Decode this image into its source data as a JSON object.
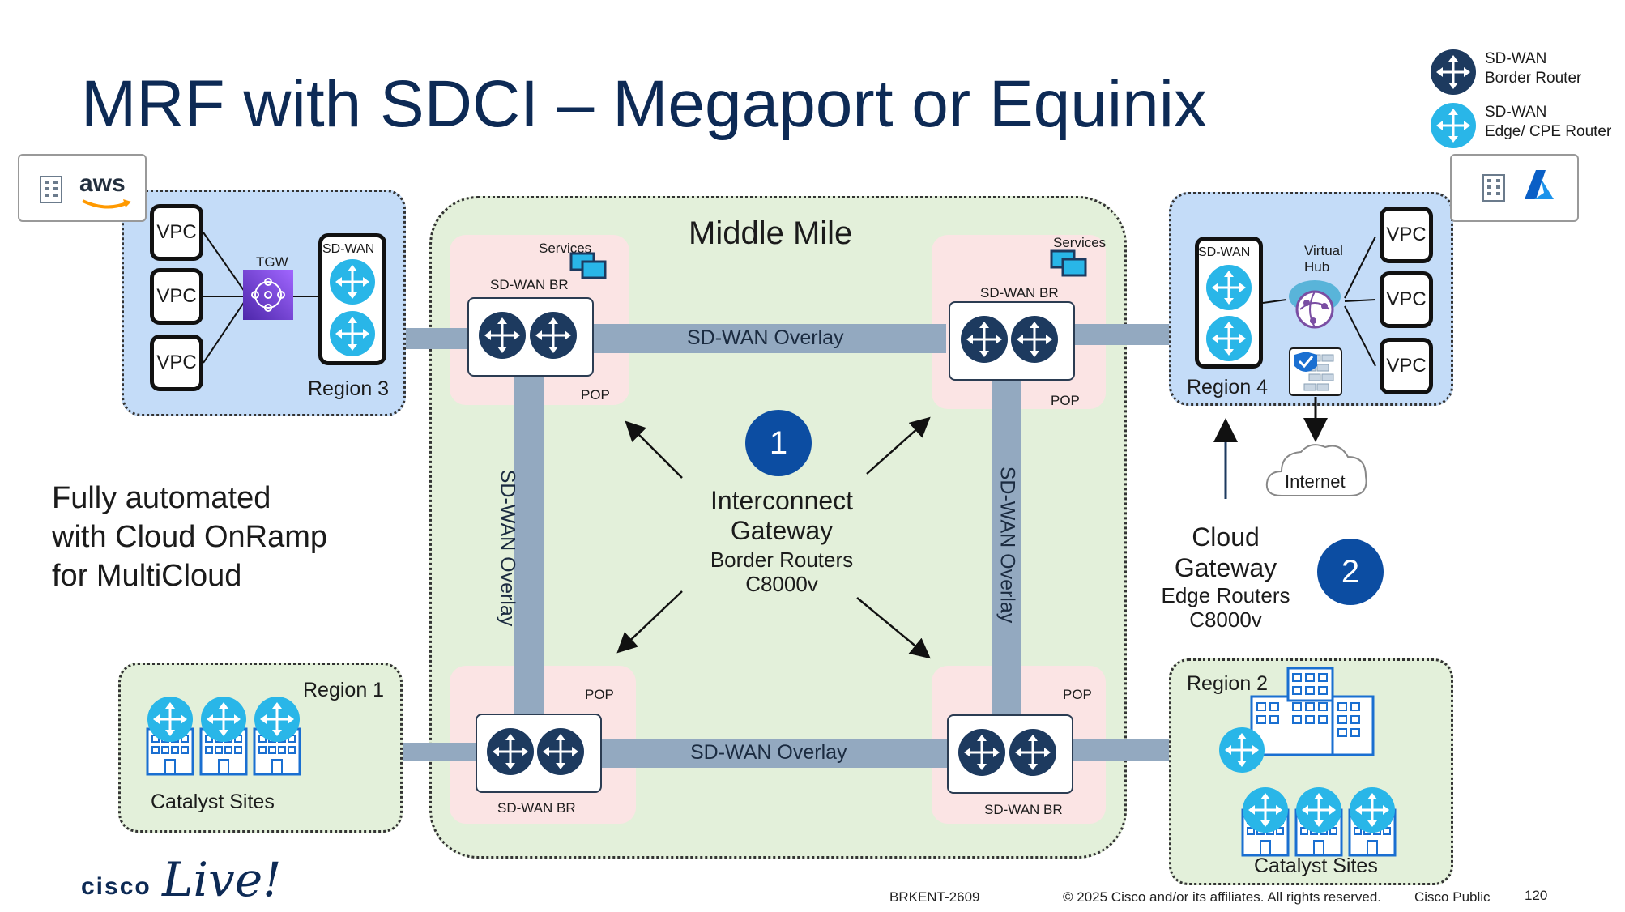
{
  "title": "MRF with SDCI – Megaport or Equinix",
  "legend": {
    "border_router": "SD-WAN\nBorder Router",
    "border_router_l1": "SD-WAN",
    "border_router_l2": "Border Router",
    "edge_router_l1": "SD-WAN",
    "edge_router_l2": "Edge/ CPE Router"
  },
  "logos": {
    "aws": "aws"
  },
  "middle_mile": {
    "title": "Middle Mile",
    "overlay_top": "SD-WAN Overlay",
    "overlay_bottom": "SD-WAN Overlay",
    "overlay_left": "SD-WAN  Overlay",
    "overlay_right": "SD-WAN  Overlay",
    "pops": {
      "top_left": {
        "services": "Services",
        "router_label": "SD-WAN BR",
        "pop_label": "POP"
      },
      "top_right": {
        "services": "Services",
        "router_label": "SD-WAN BR",
        "pop_label": "POP"
      },
      "bottom_left": {
        "router_label": "SD-WAN BR",
        "pop_label": "POP"
      },
      "bottom_right": {
        "router_label": "SD-WAN BR",
        "pop_label": "POP"
      }
    },
    "badge": "1",
    "gateway_l1": "Interconnect",
    "gateway_l2": "Gateway",
    "gateway_l3": "Border Routers",
    "gateway_l4": "C8000v"
  },
  "region3": {
    "label": "Region 3",
    "vpcs": [
      "VPC",
      "VPC",
      "VPC"
    ],
    "tgw": "TGW",
    "sdwan": "SD-WAN"
  },
  "region4": {
    "label": "Region 4",
    "vpcs": [
      "VPC",
      "VPC",
      "VPC"
    ],
    "sdwan": "SD-WAN",
    "hub_l1": "Virtual",
    "hub_l2": "Hub"
  },
  "internet": "Internet",
  "cloud_gateway": {
    "badge": "2",
    "l1": "Cloud",
    "l2": "Gateway",
    "l3": "Edge Routers",
    "l4": "C8000v"
  },
  "region1": {
    "label": "Region 1",
    "sites": "Catalyst Sites"
  },
  "region2": {
    "label": "Region 2",
    "sites": "Catalyst Sites"
  },
  "automation_l1": "Fully automated",
  "automation_l2": "with Cloud OnRamp",
  "automation_l3": "for MultiCloud",
  "footer": {
    "session": "BRKENT-2609",
    "copyright": "© 2025  Cisco and/or its affiliates. All rights reserved.",
    "classification": "Cisco Public",
    "page": "120",
    "brand": "cisco",
    "brand_script": "Live!"
  },
  "colors": {
    "title": "#0d2a55",
    "border_router": "#1d3a5f",
    "edge_router": "#29b6e8",
    "badge": "#0c4da2",
    "region_blue": "#c4dcf8",
    "region_green": "#e3f0da",
    "pop": "#fbe4e4",
    "pipe": "#93a9c0"
  }
}
